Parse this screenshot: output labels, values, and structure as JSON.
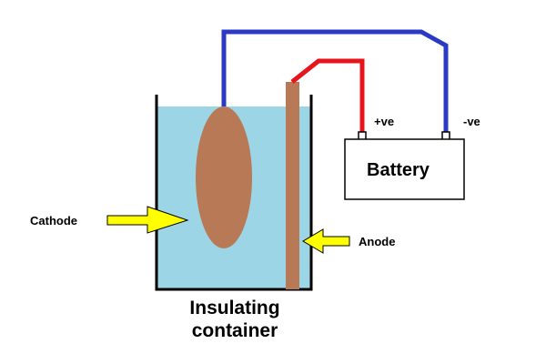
{
  "labels": {
    "battery": "Battery",
    "positive_terminal": "+ve",
    "negative_terminal": "-ve",
    "cathode": "Cathode",
    "anode": "Anode",
    "container_line1": "Insulating",
    "container_line2": "container"
  },
  "colors": {
    "electrolyte": "#9cd5e6",
    "electrode": "#b87a56",
    "positive_wire": "#e8141c",
    "negative_wire": "#2b3ac4",
    "arrow_fill": "#ffff00",
    "outline": "#000000"
  }
}
